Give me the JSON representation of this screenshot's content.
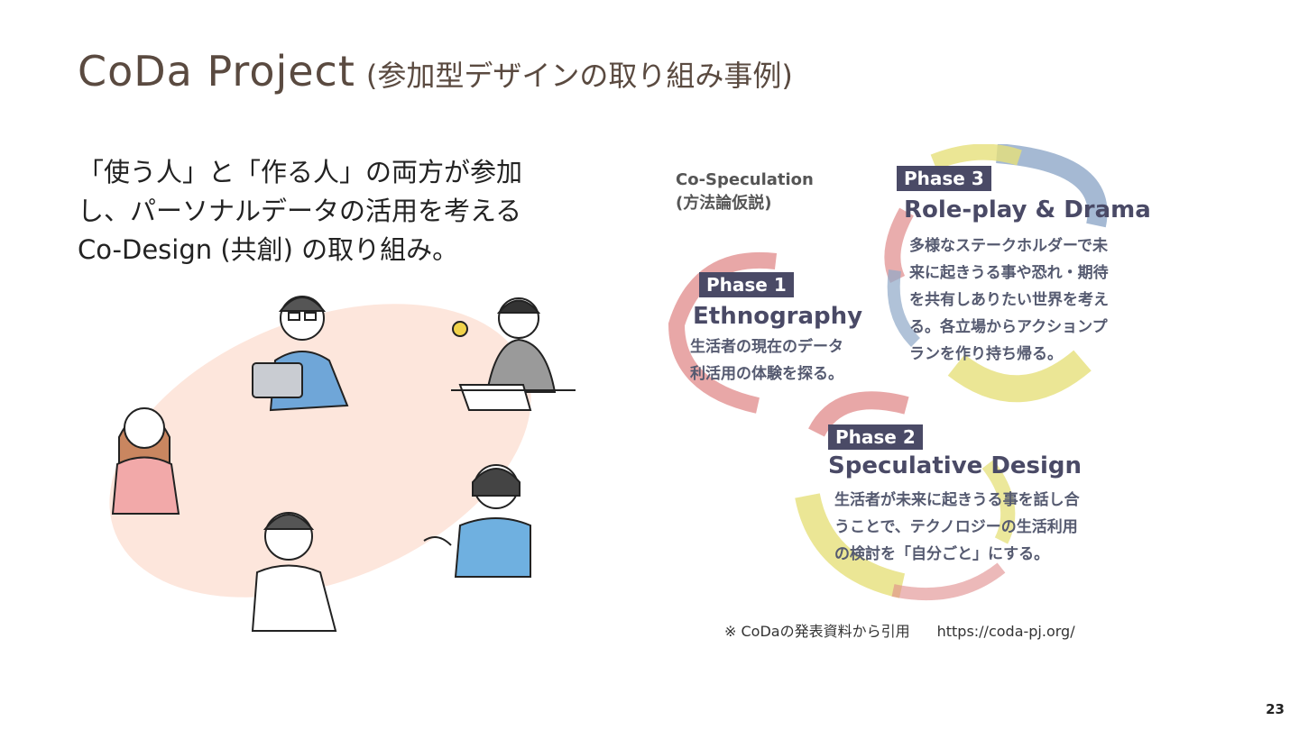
{
  "title": {
    "main": "CoDa Project",
    "sub": "(参加型デザインの取り組み事例)"
  },
  "lead": {
    "line1": "「使う人」と「作る人」の両方が参加",
    "line2": "し、パーソナルデータの活用を考える",
    "line3": "Co-Design (共創) の取り組み。"
  },
  "diagram": {
    "heading_line1": "Co-Speculation",
    "heading_line2": "(方法論仮説)",
    "phases": [
      {
        "badge": "Phase 1",
        "name": "Ethnography",
        "desc": [
          "生活者の現在のデータ",
          "利活用の体験を探る。"
        ]
      },
      {
        "badge": "Phase 2",
        "name": "Speculative Design",
        "desc": [
          "生活者が未来に起きうる事を話し合",
          "うことで、テクノロジーの生活利用",
          "の検討を「自分ごと」にする。"
        ]
      },
      {
        "badge": "Phase 3",
        "name": "Role-play & Drama",
        "desc": [
          "多様なステークホルダーで未",
          "来に起きうる事や恐れ・期待",
          "を共有しありたい世界を考え",
          "る。各立場からアクションプ",
          "ランを作り持ち帰る。"
        ]
      }
    ],
    "colors": {
      "pink": "#e08a8a",
      "yellow": "#e6e07a",
      "blue": "#8fa8c8",
      "badge": "#4a4a66"
    }
  },
  "caption": {
    "note": "※ CoDaの発表資料から引用",
    "url": "https://coda-pj.org/"
  },
  "page_number": "23"
}
